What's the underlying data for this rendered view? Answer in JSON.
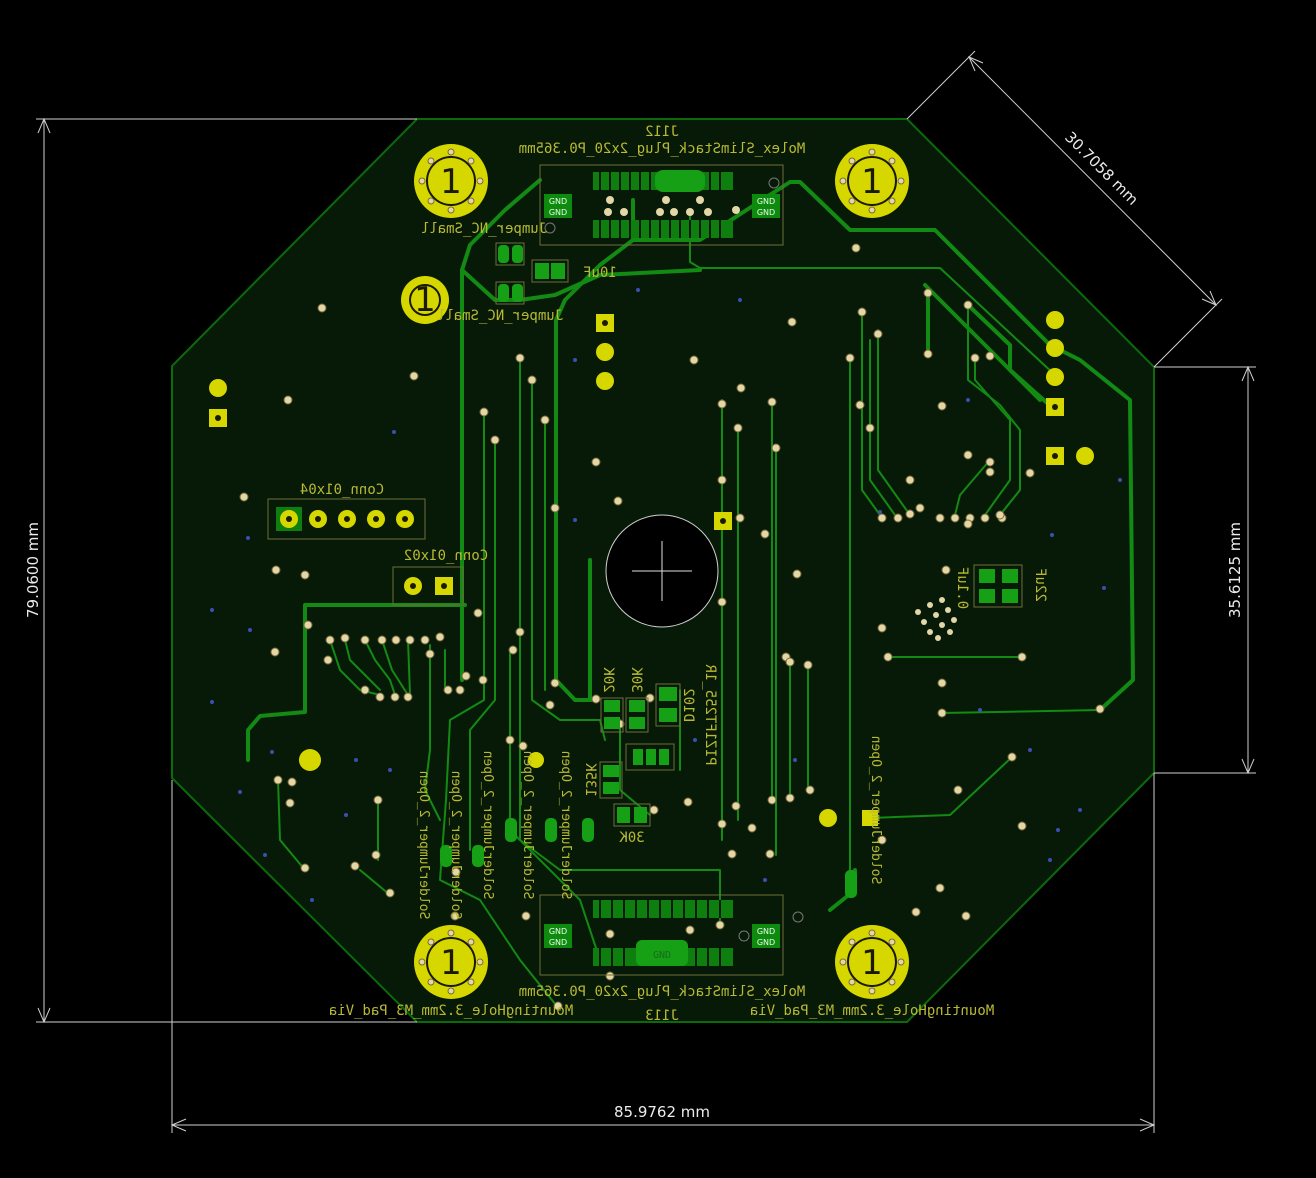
{
  "dimensions": {
    "width": "85.9762 mm",
    "height": "79.0600 mm",
    "right": "35.6125 mm",
    "diagonal": "30.7058 mm"
  },
  "connectors": {
    "top_ref": "J112",
    "top_value": "Molex_SlimStack_Plug_2x20_P0.365mm",
    "bottom_ref": "J113",
    "bottom_value": "Molex_SlimStack_Plug_2x20_P0.365mm",
    "gnd": "GND"
  },
  "mounting_holes": {
    "pad_label": "1",
    "value": "MountingHole_3.2mm_M3_Pad_Via"
  },
  "labels": {
    "jumper_nc_small": "Jumper_NC_Small",
    "cap_10uf": "10uF",
    "conn_1x04": "Conn_01x04",
    "conn_1x02": "Conn_01x02",
    "solder_jumper": "SolderJumper_2_Open",
    "r_20k": "20K",
    "r_30k": "30K",
    "r_30k_b": "30K",
    "r_135k": "135K",
    "d102": "D102",
    "ic": "PIZ1FT255_1R",
    "cap_22uf": "22uF",
    "cap_01uf": "0.1uF"
  },
  "colors": {
    "background": "#000000",
    "board": "#071a07",
    "copper": "#138a13",
    "pad": "#d7d700",
    "silkscreen": "#b9b933",
    "edge": "#c8c8c8"
  }
}
